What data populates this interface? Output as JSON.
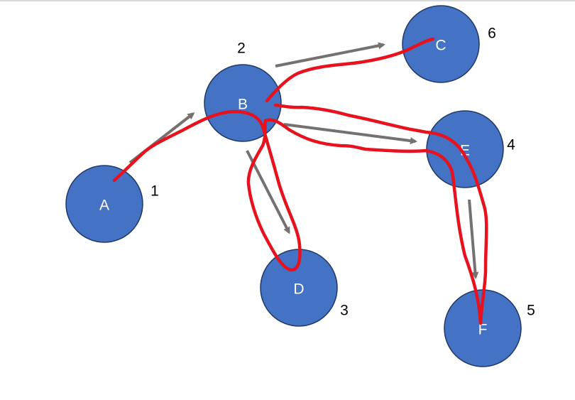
{
  "nodes": [
    {
      "id": "A",
      "label": "A",
      "order": "1"
    },
    {
      "id": "B",
      "label": "B",
      "order": "2"
    },
    {
      "id": "C",
      "label": "C",
      "order": "6"
    },
    {
      "id": "D",
      "label": "D",
      "order": "3"
    },
    {
      "id": "E",
      "label": "E",
      "order": "4"
    },
    {
      "id": "F",
      "label": "F",
      "order": "5"
    }
  ],
  "edges": [
    {
      "from": "A",
      "to": "B"
    },
    {
      "from": "B",
      "to": "C"
    },
    {
      "from": "B",
      "to": "D"
    },
    {
      "from": "B",
      "to": "E"
    },
    {
      "from": "E",
      "to": "F"
    }
  ],
  "colors": {
    "node_fill": "#4472c4",
    "node_stroke": "#1f3864",
    "edge": "#767171",
    "traversal_path": "#e8121f"
  }
}
